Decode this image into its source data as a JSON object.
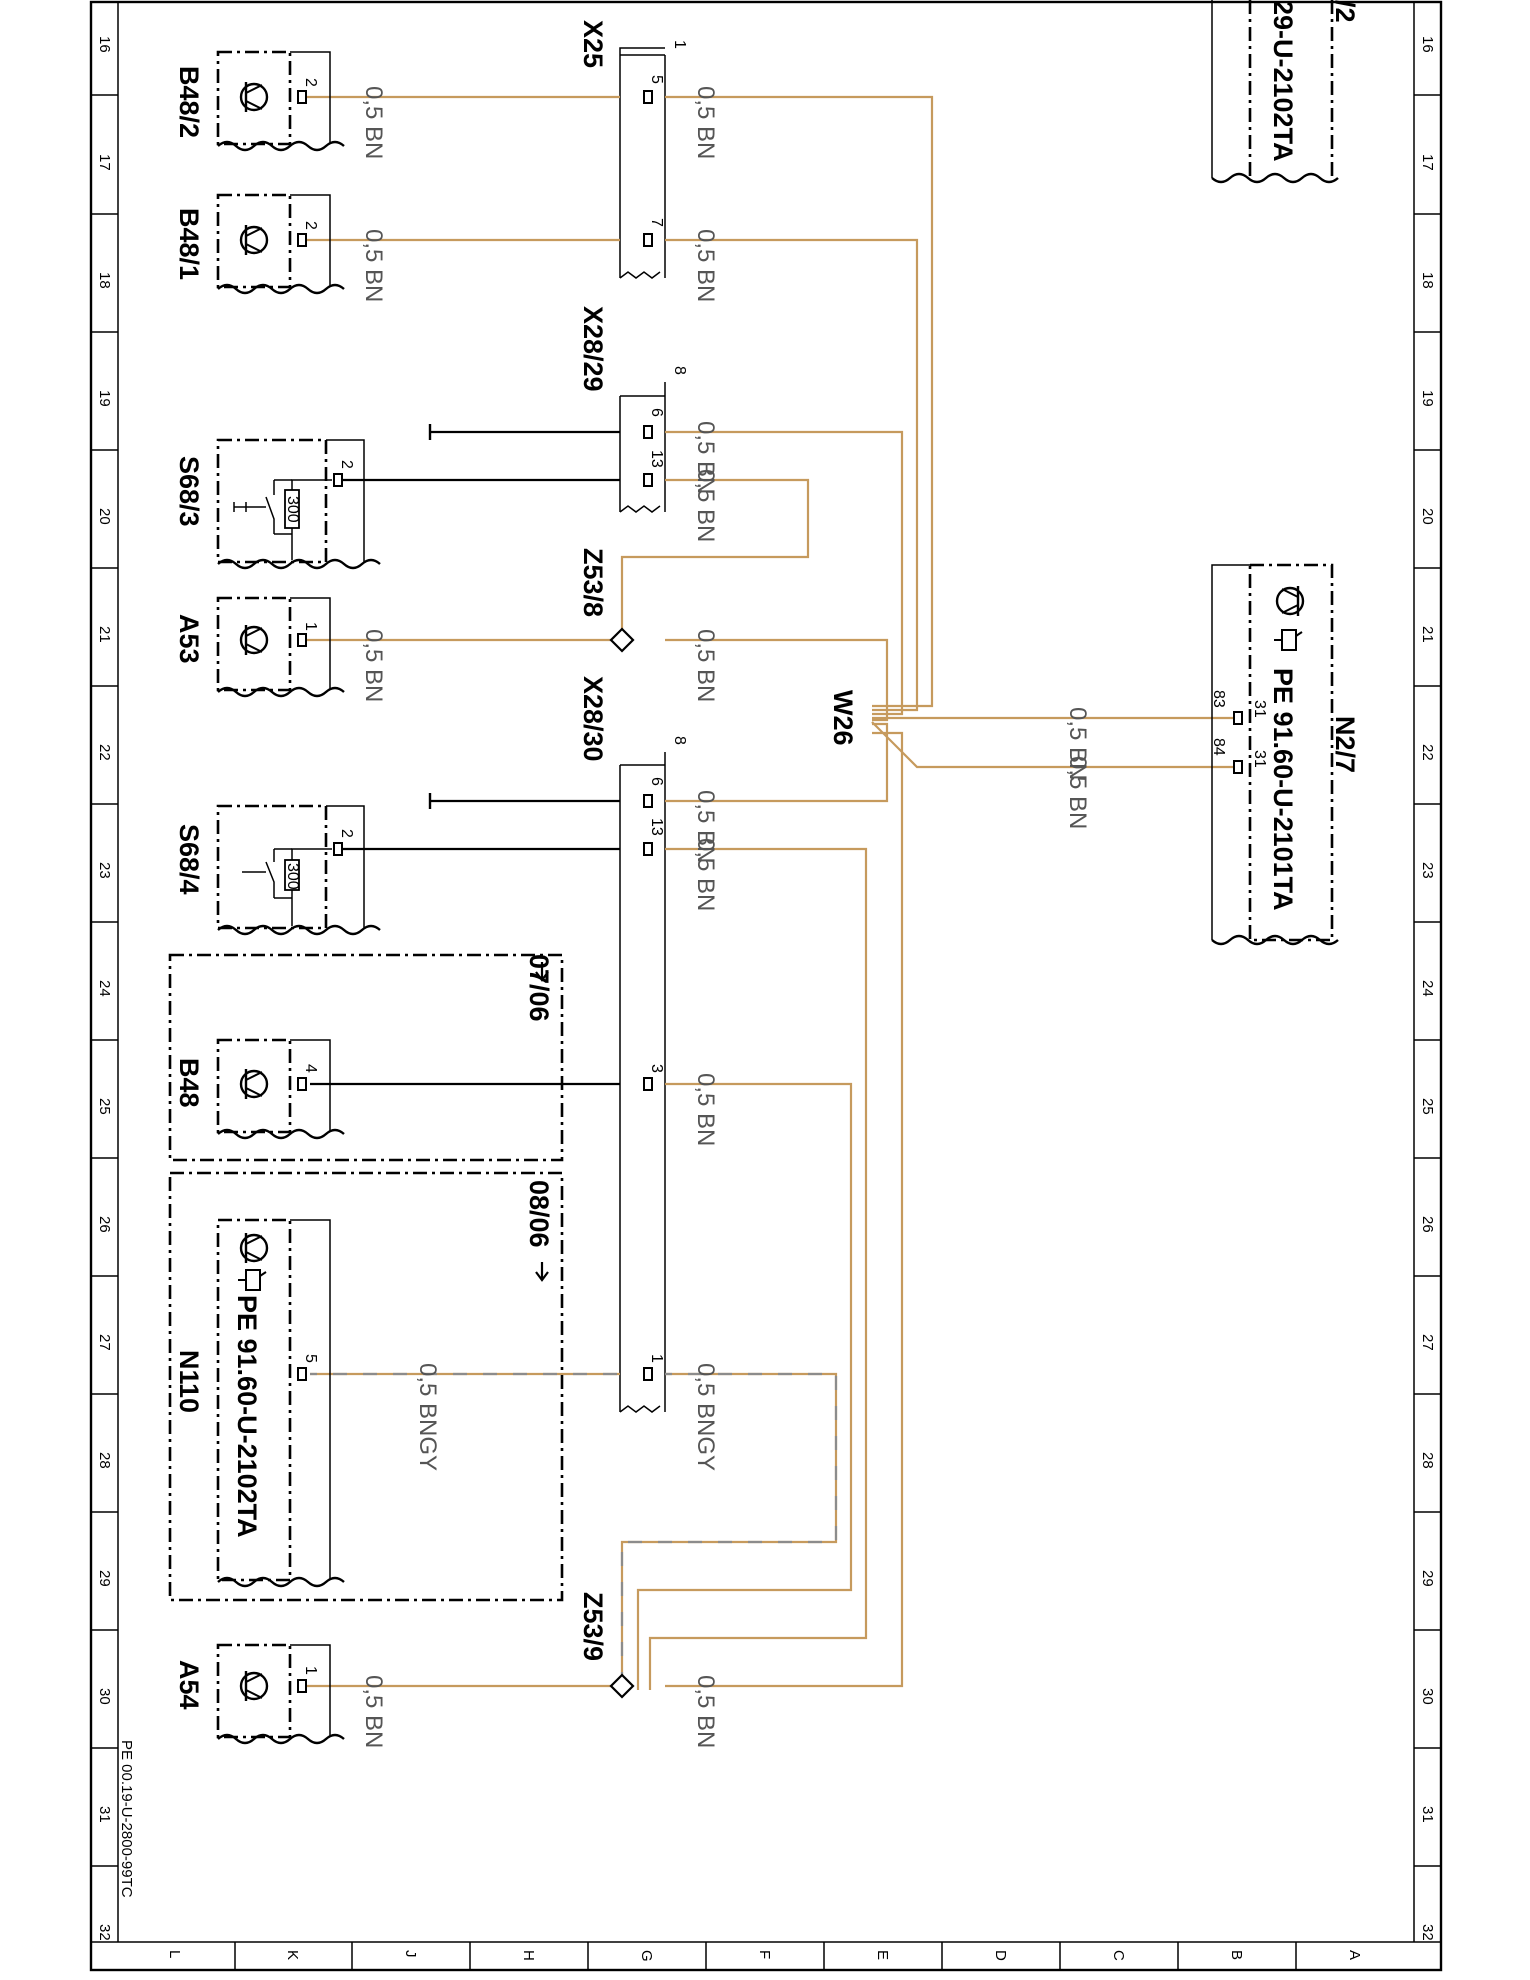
{
  "grid": {
    "rows": [
      "16",
      "17",
      "18",
      "19",
      "20",
      "21",
      "22",
      "23",
      "24",
      "25",
      "26",
      "27",
      "28",
      "29",
      "30",
      "31",
      "32"
    ],
    "columns": [
      "L",
      "K",
      "J",
      "H",
      "G",
      "F",
      "E",
      "D",
      "C",
      "B",
      "A"
    ]
  },
  "document_ref": "PE 00.19-U-2800-99TC",
  "components": {
    "b48_2": "B48/2",
    "b48_1": "B48/1",
    "s68_3": "S68/3",
    "a53": "A53",
    "s68_4": "S68/4",
    "b48": "B48",
    "n110": "N110",
    "a54": "A54",
    "x25": "X25",
    "x28_29": "X28/29",
    "z53_8": "Z53/8",
    "x28_30": "X28/30",
    "z53_9": "Z53/9",
    "w26": "W26",
    "n2_7": "N2/7",
    "n2_top": "/2"
  },
  "references": {
    "n2_7_ref": "PE 91.60-U-2101TA",
    "n110_ref": "PE 91.60-U-2102TA",
    "top_ref": "29-U-2102TA",
    "range_a": "07/06",
    "range_b": "08/06"
  },
  "resistor_value": "300",
  "wire_labels": {
    "bn": "0,5 BN",
    "bngy": "0,5 BNGY"
  },
  "pins": {
    "p1": "1",
    "p2": "2",
    "p3": "3",
    "p4": "4",
    "p5": "5",
    "p6": "6",
    "p7": "7",
    "p8": "8",
    "p13": "13",
    "p31": "31",
    "p83": "83",
    "p84": "84"
  },
  "colors": {
    "bn": "#c69a5d",
    "gy": "#8c8c8c",
    "bk": "#000000"
  }
}
